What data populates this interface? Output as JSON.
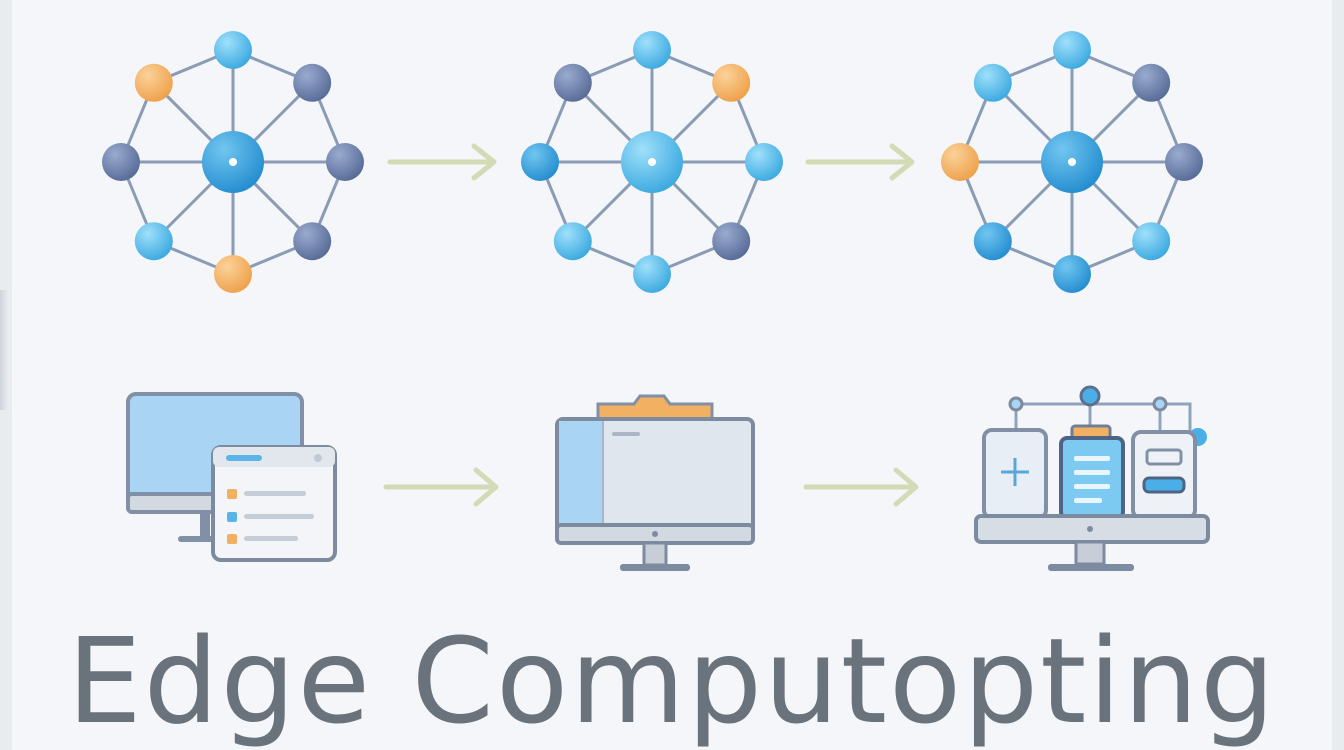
{
  "title": "Edge Computopting",
  "colors": {
    "background": "#f4f6f9",
    "hub_blue": "#3aa1dc",
    "light_blue": "#57bde8",
    "slate": "#6c7ea8",
    "orange": "#f2b063",
    "link": "#8a9bb4",
    "arrow": "#d2dbb5",
    "title": "#6a737c"
  },
  "networks": [
    {
      "id": "network-1",
      "hub": "hub_blue",
      "ring": [
        "light_blue",
        "slate",
        "slate",
        "slate",
        "orange",
        "light_blue",
        "slate",
        "orange"
      ]
    },
    {
      "id": "network-2",
      "hub": "light_blue",
      "ring": [
        "light_blue",
        "orange",
        "light_blue",
        "slate",
        "light_blue",
        "light_blue",
        "hub_blue",
        "slate"
      ]
    },
    {
      "id": "network-3",
      "hub": "hub_blue",
      "ring": [
        "light_blue",
        "slate",
        "slate",
        "light_blue",
        "hub_blue",
        "hub_blue",
        "orange",
        "light_blue"
      ]
    }
  ],
  "devices": [
    "desktop-with-window",
    "monitor-with-folder",
    "cloud-servers-on-monitor"
  ]
}
